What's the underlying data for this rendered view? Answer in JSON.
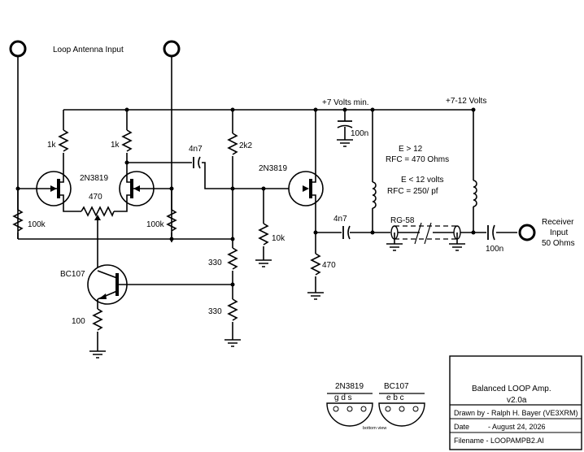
{
  "labels": {
    "loop_input": "Loop Antenna Input",
    "supply_7": "+7 Volts min.",
    "supply_rx": "+7-12 Volts",
    "r_1k_a": "1k",
    "r_1k_b": "1k",
    "r_100k_a": "100k",
    "r_100k_b": "100k",
    "pot_470": "470",
    "q_pair": "2N3819",
    "q_follower": "2N3819",
    "q_bjt": "BC107",
    "c_4n7_a": "4n7",
    "c_4n7_b": "4n7",
    "c_100n_a": "100n",
    "c_100n_b": "100n",
    "r_2k2": "2k2",
    "r_10k": "10k",
    "r_470": "470",
    "r_330_a": "330",
    "r_330_b": "330",
    "r_100": "100",
    "rfc_line1": "E > 12",
    "rfc_line2": "RFC = 470 Ohms",
    "rfc_line3": "E < 12 volts",
    "rfc_line4": "RFC = 250/   pf",
    "coax": "RG-58",
    "receiver_1": "Receiver",
    "receiver_2": "Input",
    "receiver_3": "50 Ohms"
  },
  "pinout": {
    "fet_name": "2N3819",
    "fet_pins": "g  d  s",
    "bjt_name": "BC107",
    "bjt_pins": "e  b  c",
    "caption": "bottom view"
  },
  "title_block": {
    "title_1": "Balanced LOOP Amp.",
    "title_2": "v2.0a",
    "drawn_by": "Drawn by - Ralph H. Bayer (VE3XRM)",
    "date_label": "Date",
    "date_value": "- August 24, 2026",
    "filename": "Filename - LOOPAMPB2.AI"
  }
}
